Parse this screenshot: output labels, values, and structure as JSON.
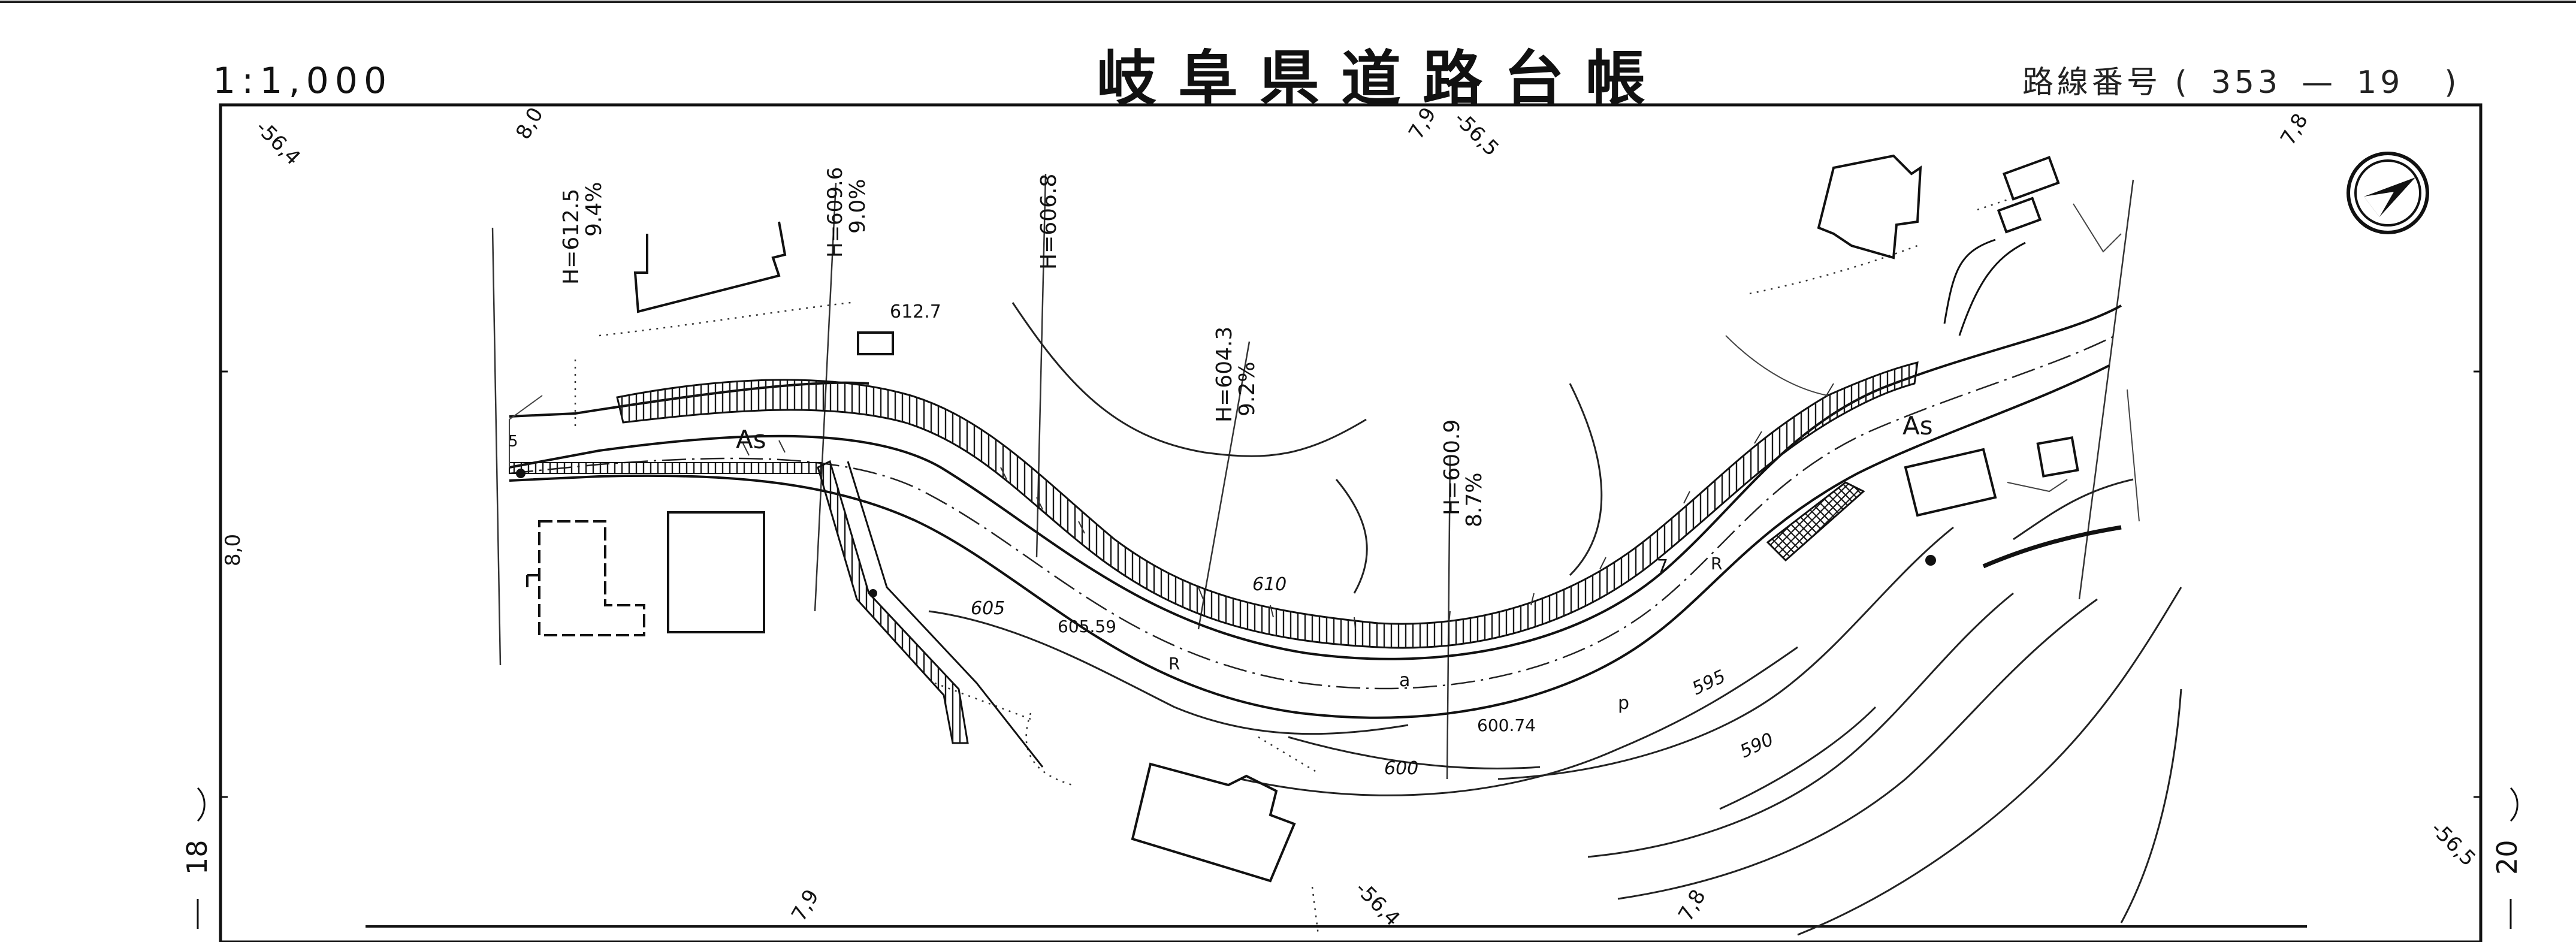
{
  "header": {
    "scale": "1:1,000",
    "title": "岐阜県道路台帳",
    "route_label": "路線番号",
    "route_open": "(",
    "route_number": "353",
    "route_dash": "—",
    "route_section": "19",
    "route_close": ")"
  },
  "north_arrow_icon": "north-arrow-icon",
  "sheet_refs": {
    "left_label": "18",
    "right_label": "20"
  },
  "spot_heights": {
    "top_left_corner": "-56,4",
    "top_left_2": "8,0",
    "top_center_1": "7,9",
    "top_center_2": "-56,5",
    "top_right": "7,8",
    "left_edge": "8,0",
    "right_edge": "-56,5",
    "bottom_1": "7,9",
    "bottom_2": "-56,4",
    "bottom_3": "7,8"
  },
  "surveys": {
    "h1": "H=612.5",
    "g1": "9.4%",
    "h2": "H=609.6",
    "g2": "9.0%",
    "h3": "H=606.8",
    "h4": "H=604.3",
    "g4": "9.2%",
    "h5": "H=600.9",
    "g5": "8.7%"
  },
  "elevations": {
    "e1": "612.7",
    "e2": "605",
    "e3": "605.59",
    "e4": "610",
    "e5": "600.74",
    "e6": "600",
    "e7": "595",
    "e8": "590"
  },
  "road_labels": {
    "surface_left": "As",
    "surface_right": "As",
    "mark_r1": "R",
    "mark_r2": "R",
    "mark_a": "a",
    "mark_p": "p",
    "mark_5": "5",
    "mark_7": "7"
  },
  "colors": {
    "ink": "#111111",
    "hatch": "#1a1a1a",
    "thin": "#444444",
    "paper": "#ffffff"
  }
}
